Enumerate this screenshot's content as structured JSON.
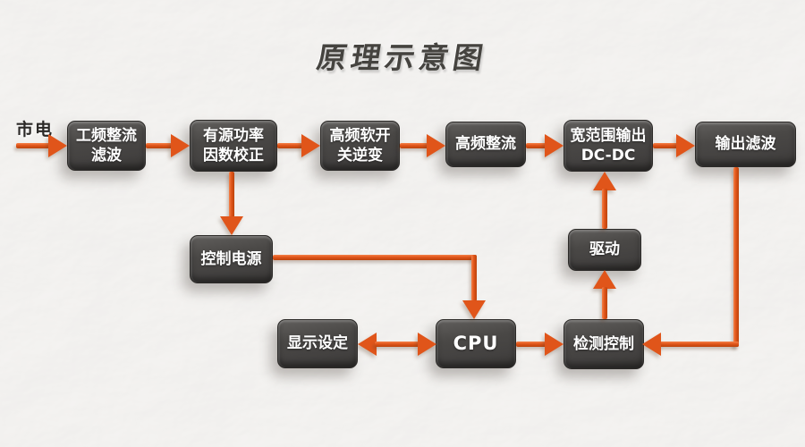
{
  "title": "原理示意图",
  "colors": {
    "arrow": "#e0551a",
    "arrow_light": "#f5834a",
    "arrow_dark": "#bc430c",
    "box_face": "#4a4846",
    "box_face_light": "#615f5d",
    "box_face_dark": "#383634",
    "box_text": "#ffffff",
    "background": "#f3f1ee",
    "title_color": "#45433f",
    "mains_color": "#2b2927"
  },
  "nodes": {
    "mains_label": "市电",
    "line_rectifier": "工频整流\n滤波",
    "pfc": "有源功率\n因数校正",
    "inverter": "高频软开\n关逆变",
    "hf_rectifier": "高频整流",
    "wide_range_dcdc": "宽范围输出\nDC-DC",
    "output_filter": "输出滤波",
    "control_power": "控制电源",
    "driver": "驱动",
    "display_setting": "显示设定",
    "cpu": "CPU",
    "detect_control": "检测控制"
  }
}
